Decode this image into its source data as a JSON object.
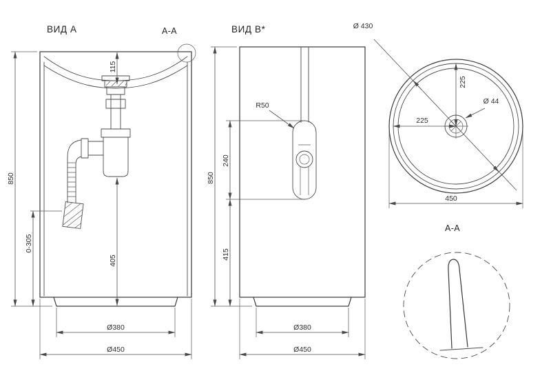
{
  "drawing": {
    "view_a": {
      "title": "ВИД A",
      "section_mark": "A-A",
      "dim_total_height": "850",
      "dim_rim_to_drain": "115",
      "dim_trap_height": "405",
      "dim_outlet_range": "0-305",
      "dim_base_dia": "Ø380",
      "dim_overall_dia": "Ø450"
    },
    "view_b": {
      "title": "ВИД B*",
      "dim_slot_radius": "R50",
      "dim_total_height": "850",
      "dim_slot_length": "240",
      "dim_slot_to_floor": "415",
      "dim_base_dia": "Ø380",
      "dim_overall_dia": "Ø450"
    },
    "top_view": {
      "dim_bowl_dia": "Ø 430",
      "dim_drain_dia": "Ø 44",
      "dim_center_vert": "225",
      "dim_center_horiz": "225",
      "dim_overall_width": "450"
    },
    "section_aa": {
      "title": "A-A"
    }
  }
}
